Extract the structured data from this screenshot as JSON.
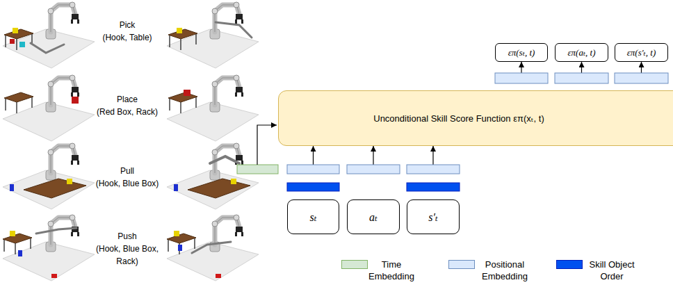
{
  "diagram": {
    "nodes": [
      {
        "text": [
          "επ(sₜ, t)"
        ]
      },
      {
        "text": [
          "επ(aₜ, t)"
        ]
      },
      {
        "text": [
          "επ(s′ₜ, t)"
        ]
      },
      {
        "text": [
          "Unconditional Skill Score Function επ(xₜ, t)"
        ]
      },
      {
        "text": [
          "sₜ"
        ]
      },
      {
        "text": [
          "aₜ"
        ]
      },
      {
        "text": [
          "s′ₜ"
        ]
      }
    ],
    "edges": [
      {
        "from": 4,
        "to": 3,
        "arrow": "to"
      },
      {
        "from": 5,
        "to": 3,
        "arrow": "to"
      },
      {
        "from": 6,
        "to": 3,
        "arrow": "to"
      },
      {
        "from": 3,
        "to": 0,
        "arrow": "to"
      },
      {
        "from": 3,
        "to": 1,
        "arrow": "to"
      },
      {
        "from": 3,
        "to": 2,
        "arrow": "to"
      }
    ],
    "labels": [
      "Pick",
      "(Hook, Table)",
      "Place",
      "(Red Box, Rack)",
      "Pull",
      "(Hook, Blue Box)",
      "Push",
      "(Hook, Blue Box, Rack)"
    ],
    "legend": [
      {
        "text": "Time Embedding",
        "color": "#d5e8d4"
      },
      {
        "text": "Positional Embedding",
        "color": "#dae8fc"
      },
      {
        "text": "Skill Object Order",
        "color": "#0050ef"
      }
    ]
  }
}
